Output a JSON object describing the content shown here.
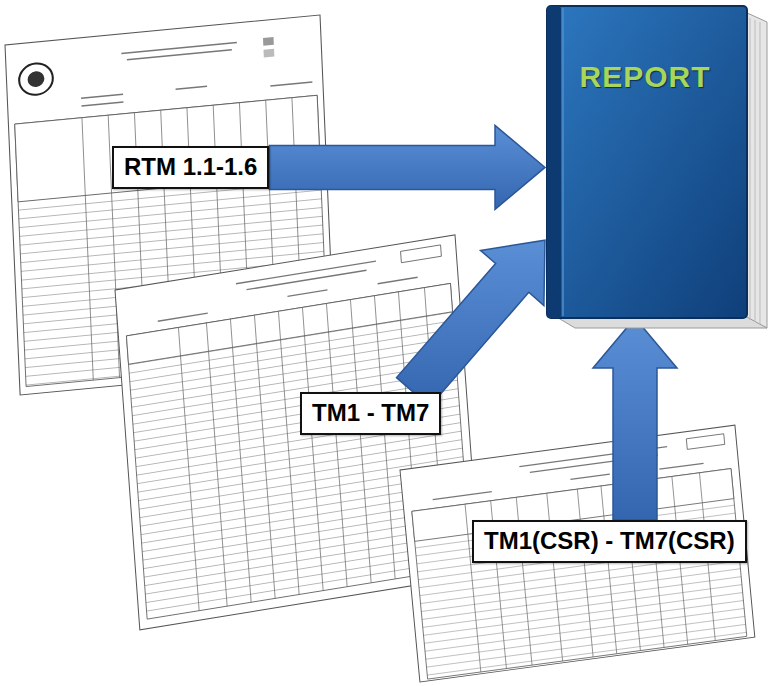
{
  "diagram": {
    "nodes": [
      {
        "text": [
          "RTM 1.1-1.6"
        ]
      },
      {
        "text": [
          "TM1 - TM7"
        ]
      },
      {
        "text": [
          "TM1(CSR) - TM7(CSR)"
        ]
      },
      {
        "text": [
          "REPORT"
        ]
      }
    ],
    "edges": [
      {
        "from": 0,
        "to": 3,
        "arrow": "to"
      },
      {
        "from": 1,
        "to": 3,
        "arrow": "to"
      },
      {
        "from": 2,
        "to": 3,
        "arrow": "to"
      }
    ]
  }
}
